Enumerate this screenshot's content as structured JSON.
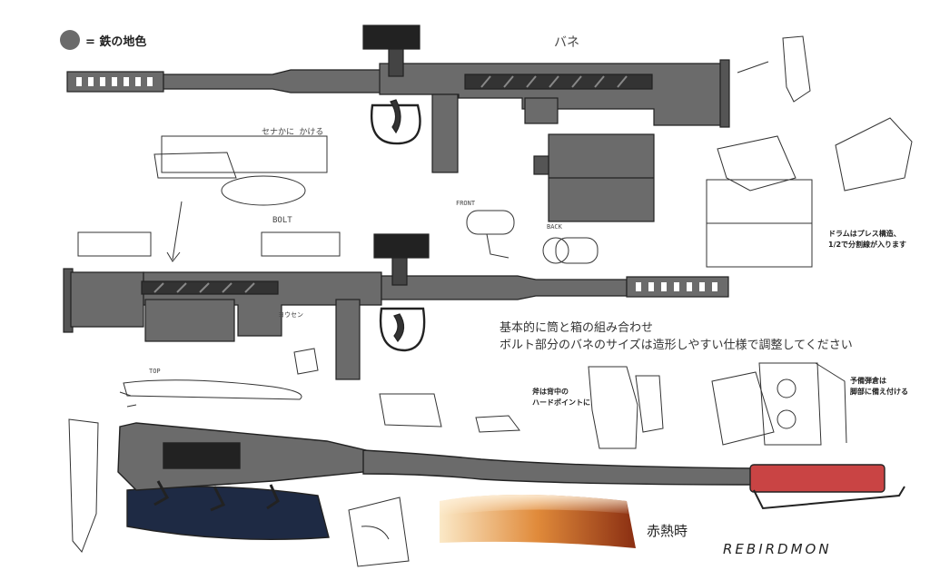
{
  "legend": {
    "swatch_color": "#6b6b6b",
    "label": "= 鉄の地色"
  },
  "notes": {
    "spring": "バネ",
    "magazine": "ドラムはプレス構造、",
    "magazine_2": "1/2で分割線が入ります",
    "description_1": "基本的に筒と箱の組み合わせ",
    "description_2": "ボルト部分のバネのサイズは造形しやすい仕様で調整してください",
    "axe_1": "斧は背中の",
    "axe_2": "ハードポイントに",
    "reserve_1": "予備弾倉は",
    "reserve_2": "脚部に備え付ける",
    "red_hot": "赤熱時",
    "signature": "REBIRDMON",
    "bolt": "BOLT",
    "front": "FRONT",
    "back": "BACK",
    "top": "TOP",
    "scribble_1": "セナかに かける",
    "scribble_2": "ヨウセン"
  },
  "colors": {
    "metal": "#6b6b6b",
    "metal_dark": "#555555",
    "blade": "#1e2a44",
    "grip": "#c94444",
    "line": "#222222"
  }
}
